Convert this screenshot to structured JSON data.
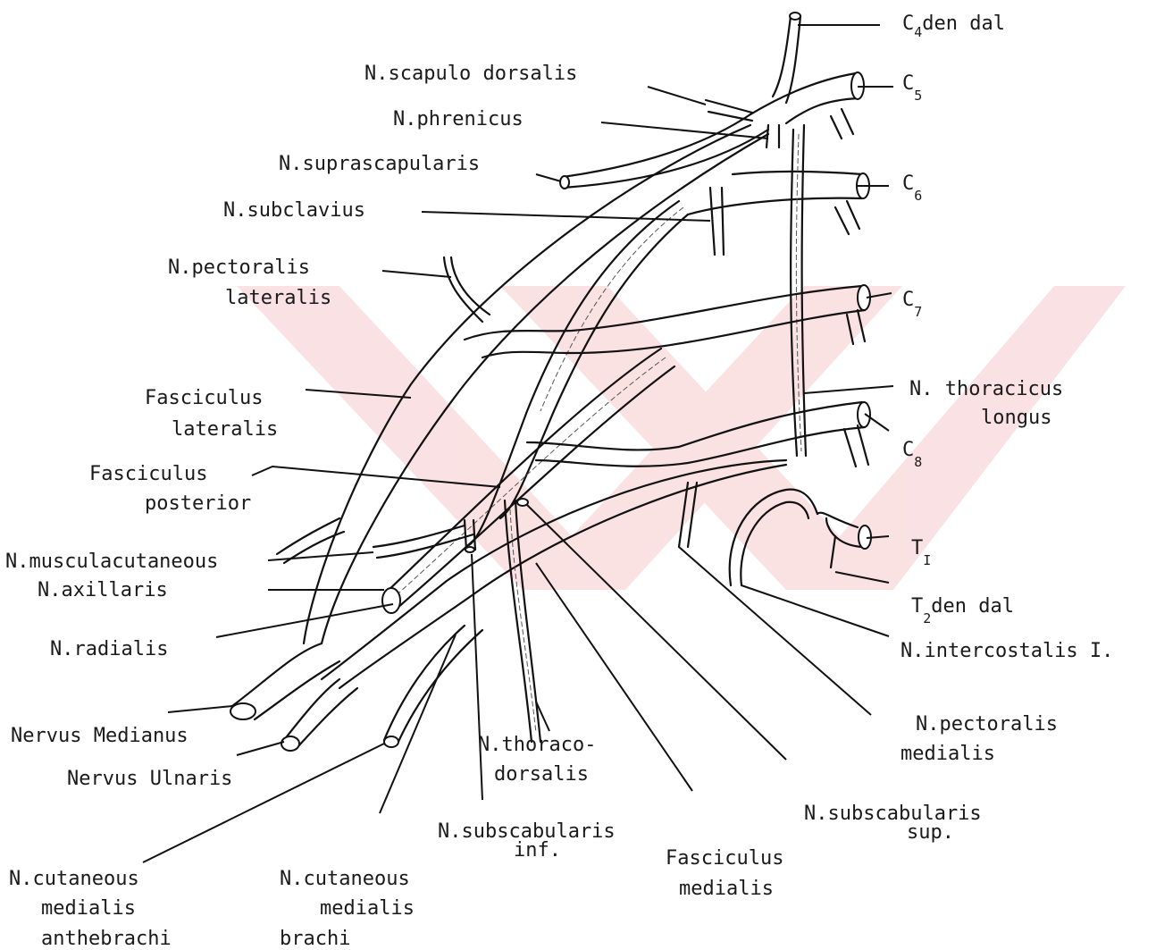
{
  "watermark_color": "#f6c9cc",
  "labels": {
    "c4": {
      "main": "C",
      "sub": "4",
      "rest": "den dal"
    },
    "c5": {
      "main": "C",
      "sub": "5"
    },
    "c6": {
      "main": "C",
      "sub": "6"
    },
    "c7": {
      "main": "C",
      "sub": "7"
    },
    "c8": {
      "main": "C",
      "sub": "8"
    },
    "t1": {
      "main": "T",
      "sub": "I"
    },
    "t2": {
      "main": "T",
      "sub": "2",
      "rest": "den dal"
    },
    "scapulo_dorsalis": "N.scapulo dorsalis",
    "phrenicus": "N.phrenicus",
    "suprascapularis": "N.suprascapularis",
    "subclavius": "N.subclavius",
    "pectoralis_lateralis": [
      "N.pectoralis",
      "lateralis"
    ],
    "fasciculus_lateralis": [
      "Fasciculus",
      "lateralis"
    ],
    "fasciculus_posterior": [
      "Fasciculus",
      "posterior"
    ],
    "musculocutaneous": "N.musculacutaneous",
    "axillaris": "N.axillaris",
    "radialis": "N.radialis",
    "medianus": "Nervus Medianus",
    "ulnaris": "Nervus Ulnaris",
    "cutaneous_antebrachi": [
      "N.cutaneous",
      "medialis",
      "anthebrachi"
    ],
    "cutaneous_brachi": [
      "N.cutaneous",
      "medialis",
      "brachi"
    ],
    "subscabularis_inf": [
      "N.subscabularis",
      "inf."
    ],
    "thoracodorsalis": [
      "N.thoraco-",
      "dorsalis"
    ],
    "fasciculus_medialis": [
      "Fasciculus",
      "medialis"
    ],
    "subscabularis_sup": [
      "N.subscabularis",
      "sup."
    ],
    "pectoralis_medialis": [
      "N.pectoralis",
      "medialis"
    ],
    "thoracicus_longus": [
      "N. thoracicus",
      "longus"
    ],
    "intercostalis": "N.intercostalis I."
  }
}
